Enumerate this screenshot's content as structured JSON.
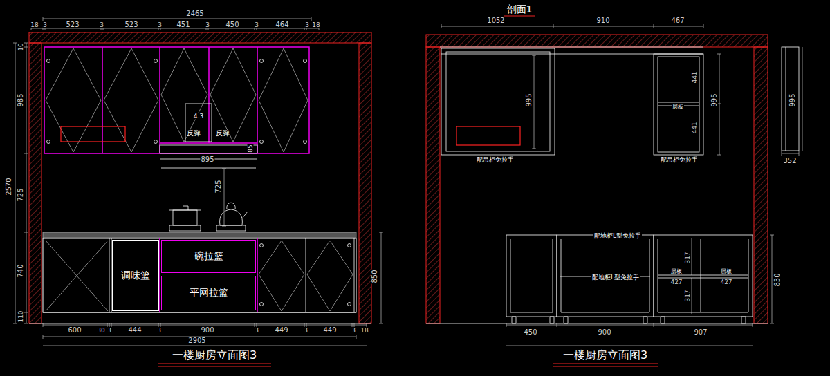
{
  "diagram": {
    "caption": "一楼厨房立面图3",
    "nodes": [
      {
        "text": [
          "调味篮"
        ]
      },
      {
        "text": [
          "碗拉篮"
        ]
      },
      {
        "text": [
          "平网拉篮"
        ]
      }
    ],
    "labels": [
      "2465",
      "18",
      "3",
      "523",
      "3",
      "523",
      "3",
      "451",
      "3",
      "450",
      "3",
      "464",
      "3",
      "18",
      "10",
      "985",
      "2570",
      "725",
      "740",
      "110",
      "4.3",
      "反弹",
      "反弹",
      "85",
      "895",
      "725",
      "850",
      "600",
      "30",
      "3",
      "444",
      "3",
      "900",
      "3",
      "449",
      "3",
      "449",
      "3",
      "18",
      "2905",
      "剖面1",
      "1052",
      "910",
      "467",
      "995",
      "441",
      "层板",
      "441",
      "995",
      "配吊柜免拉手",
      "配吊柜免拉手",
      "995",
      "352",
      "配地柜L型免拉手",
      "317",
      "配地柜L型免拉手",
      "层板",
      "427",
      "层板",
      "427",
      "317",
      "830",
      "450",
      "900",
      "907",
      "一楼厨房立面图3"
    ]
  }
}
